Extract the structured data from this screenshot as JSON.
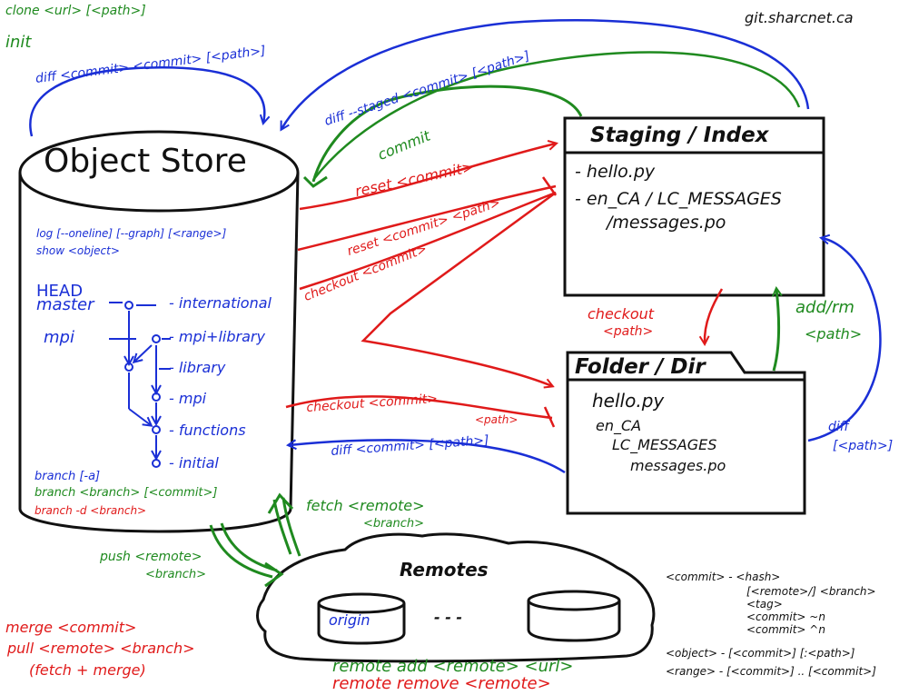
{
  "site": "git.sharcnet.ca",
  "top_left": {
    "clone": "clone <url> [<path>]",
    "init": "init",
    "diff": "diff <commit> <commit> [<path>]"
  },
  "object_store": {
    "title": "Object Store",
    "log": "log [--oneline] [--graph] [<range>]",
    "show": "show <object>",
    "head": "HEAD",
    "master": "master",
    "mpi": "mpi",
    "commits": [
      "- international",
      "- mpi+library",
      "- library",
      "- mpi",
      "- functions",
      "- initial"
    ],
    "branch_list": "branch [-a]",
    "branch_create": "branch <branch> [<commit>]",
    "branch_delete": "branch -d <branch>"
  },
  "staging": {
    "title": "Staging / Index",
    "files": [
      "- hello.py",
      "- en_CA / LC_MESSAGES",
      "/messages.po"
    ]
  },
  "folder": {
    "title": "Folder / Dir",
    "files": [
      "hello.py",
      "en_CA",
      "LC_MESSAGES",
      "messages.po"
    ]
  },
  "remotes": {
    "title": "Remotes",
    "origin": "origin",
    "ellipsis": "- - -"
  },
  "arrows": {
    "diff_staged": "diff --staged <commit> [<path>]",
    "commit": "commit",
    "reset_commit": "reset <commit>",
    "reset_commit_path": "reset <commit> <path>",
    "checkout_commit": "checkout <commit>",
    "checkout_path": "checkout",
    "checkout_path2": "<path>",
    "add_rm": "add/rm",
    "add_rm_path": "<path>",
    "checkout_commit_path": "checkout <commit>",
    "checkout_commit_path2": "<path>",
    "diff_commit_path": "diff <commit> [<path>]",
    "diff_right": "diff",
    "diff_right2": "[<path>]",
    "fetch": "fetch <remote>",
    "fetch2": "<branch>",
    "push": "push <remote>",
    "push2": "<branch>"
  },
  "bottom_left": {
    "merge": "merge <commit>",
    "pull": "pull <remote> <branch>",
    "pull2": "(fetch + merge)"
  },
  "bottom_center": {
    "remote_add": "remote add <remote> <url>",
    "remote_remove": "remote remove <remote>"
  },
  "legend": {
    "commit_def": "<commit> - <hash>",
    "commit_l2": "[<remote>/] <branch>",
    "commit_l3": "<tag>",
    "commit_l4": "<commit> ~n",
    "commit_l5": "<commit> ^n",
    "object_def": "<object> - [<commit>] [:<path>]",
    "range_def": "<range> - [<commit>] .. [<commit>]"
  },
  "colors": {
    "blue": "#1a2fd6",
    "green": "#1f8a1f",
    "red": "#e01a1a",
    "black": "#111111"
  }
}
